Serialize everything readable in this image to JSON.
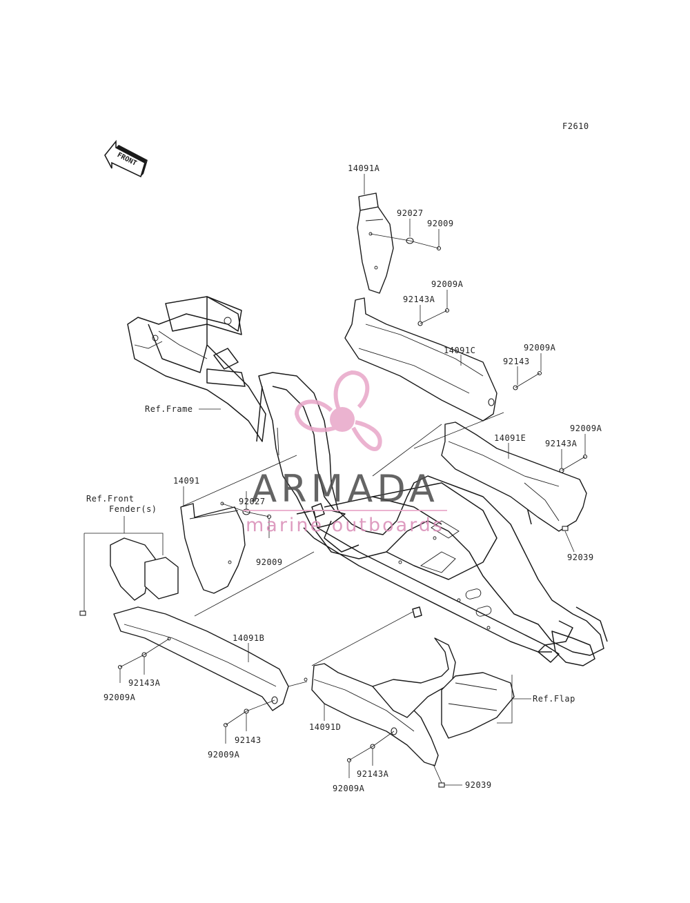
{
  "figure_code": "F2610",
  "front_arrow_label": "FRONT",
  "watermark": {
    "brand": "ARMADA",
    "tagline": "marine outboards",
    "accent_color": "#e8a6c8",
    "brand_color": "#4a4a4a"
  },
  "labels": {
    "p14091A": "14091A",
    "p92027_top": "92027",
    "p92009_top": "92009",
    "p92009A_1": "92009A",
    "p92143A_1": "92143A",
    "p14091C": "14091C",
    "p92009A_2": "92009A",
    "p92143_1": "92143",
    "p92009A_3": "92009A",
    "p92143A_2": "92143A",
    "p14091E": "14091E",
    "p92039_1": "92039",
    "ref_frame": "Ref.Frame",
    "p14091": "14091",
    "ref_front_fender_1": "Ref.Front",
    "ref_front_fender_2": "Fender(s)",
    "p92027_mid": "92027",
    "p92009_mid": "92009",
    "p14091B": "14091B",
    "p92143A_3": "92143A",
    "p92009A_4": "92009A",
    "p92143_2": "92143",
    "p92009A_5": "92009A",
    "p14091D": "14091D",
    "p92143A_4": "92143A",
    "p92009A_6": "92009A",
    "p92039_2": "92039",
    "ref_flap": "Ref.Flap"
  }
}
